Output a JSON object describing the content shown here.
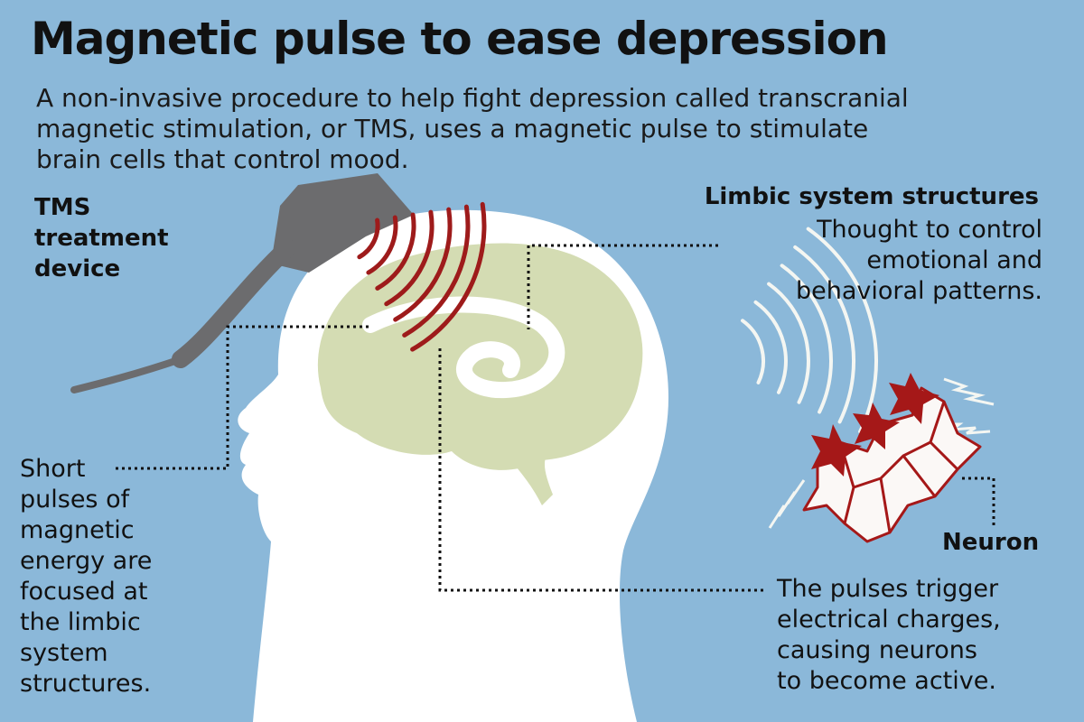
{
  "title": "Magnetic pulse to ease depression",
  "intro_lines": [
    "A non-invasive procedure to help fight depression called transcranial",
    "magnetic stimulation, or TMS, uses a magnetic pulse to stimulate",
    "brain cells that control mood."
  ],
  "labels": {
    "tms_device": [
      "TMS",
      "treatment",
      "device"
    ],
    "limbic_heading": "Limbic system structures",
    "limbic_desc": [
      "Thought to control",
      "emotional and",
      "behavioral patterns."
    ],
    "pulses": [
      "Short",
      "pulses of",
      "magnetic",
      "energy are",
      "focused at",
      "the limbic",
      "system",
      "structures."
    ],
    "neuron": "Neuron",
    "trigger": [
      "The pulses trigger",
      "electrical charges,",
      "causing neurons",
      "to become active."
    ]
  },
  "colors": {
    "background": "#8bb8d9",
    "head": "#ffffff",
    "brain": "#d4dcb3",
    "pulse": "#9e1b1b",
    "device": "#6c6c6e",
    "neuron": "#a51818"
  }
}
